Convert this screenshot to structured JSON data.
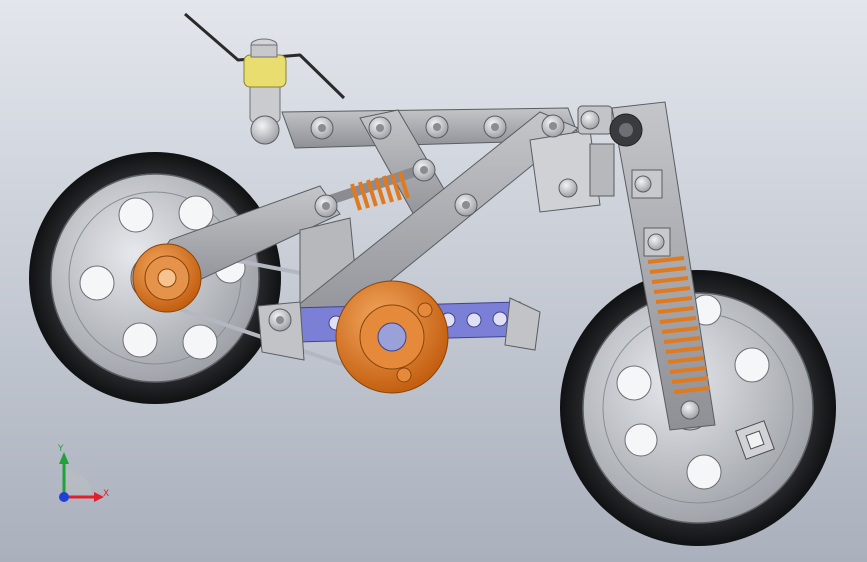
{
  "scene": {
    "type": "cad-assembly-view",
    "subject": "bicycle-suspension-mechanism"
  },
  "triad": {
    "x_label": "X",
    "y_label": "Y",
    "x_color": "#e0202a",
    "y_color": "#1fa23a",
    "z_color": "#1f3fd6"
  },
  "colors": {
    "tire": "#1e1f22",
    "rim": "#c6c8cd",
    "hub": "#b9bcc2",
    "link": "#a8aaae",
    "link_dark": "#8b8d92",
    "bolt": "#d7d9dd",
    "spring": "#e07a20",
    "pulley": "#e0802a",
    "chain": "#7b80d6",
    "belt": "#b9bdc6",
    "bracket": "#bfbfbf",
    "yellow_block": "#e8dd6e"
  }
}
